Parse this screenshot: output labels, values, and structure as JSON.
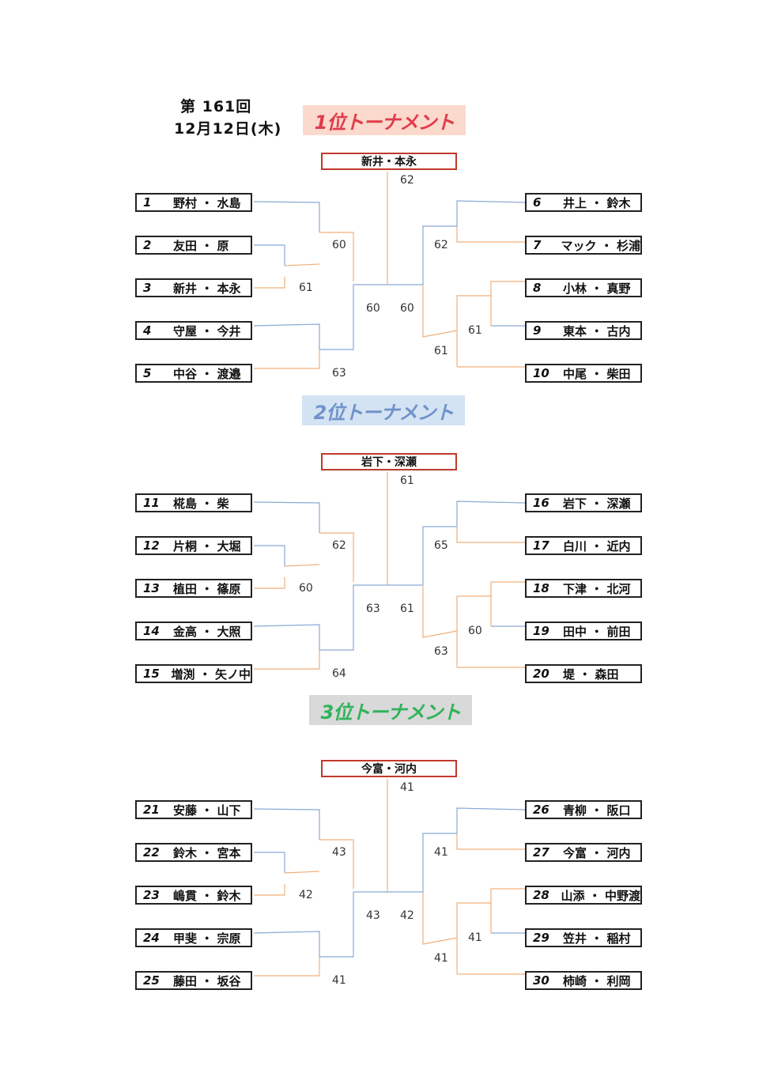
{
  "header": {
    "session": "第 161回",
    "date": "12月12日(木)"
  },
  "colors": {
    "blue_line": "#8aa9d6",
    "orange_line": "#f0b07a",
    "winner_border": "#c0392b"
  },
  "tournaments": [
    {
      "title": "1位トーナメント",
      "winner": "新井・本永",
      "final_score": "62",
      "teams": [
        {
          "num": "1",
          "name": "野村 ・ 水島"
        },
        {
          "num": "2",
          "name": "友田 ・ 原"
        },
        {
          "num": "3",
          "name": "新井 ・ 本永"
        },
        {
          "num": "4",
          "name": "守屋 ・ 今井"
        },
        {
          "num": "5",
          "name": "中谷 ・ 渡邉"
        },
        {
          "num": "6",
          "name": "井上 ・ 鈴木"
        },
        {
          "num": "7",
          "name": "マック ・ 杉浦"
        },
        {
          "num": "8",
          "name": "小林 ・ 真野"
        },
        {
          "num": "9",
          "name": "東本 ・ 古内"
        },
        {
          "num": "10",
          "name": "中尾 ・ 柴田"
        }
      ],
      "scores": {
        "l1": "60",
        "l2": "61",
        "l3": "63",
        "lc": "60",
        "rc": "60",
        "r1": "62",
        "r2": "61",
        "r3": "61"
      }
    },
    {
      "title": "2位トーナメント",
      "winner": "岩下・深瀬",
      "final_score": "61",
      "teams": [
        {
          "num": "11",
          "name": "椛島 ・ 柴"
        },
        {
          "num": "12",
          "name": "片桐 ・ 大堀"
        },
        {
          "num": "13",
          "name": "植田 ・ 篠原"
        },
        {
          "num": "14",
          "name": "金高 ・ 大照"
        },
        {
          "num": "15",
          "name": "増渕 ・ 矢ノ中"
        },
        {
          "num": "16",
          "name": "岩下 ・ 深瀬"
        },
        {
          "num": "17",
          "name": "白川 ・ 近内"
        },
        {
          "num": "18",
          "name": "下津 ・ 北河"
        },
        {
          "num": "19",
          "name": "田中 ・ 前田"
        },
        {
          "num": "20",
          "name": "堤 ・ 森田"
        }
      ],
      "scores": {
        "l1": "62",
        "l2": "60",
        "l3": "64",
        "lc": "63",
        "rc": "61",
        "r1": "65",
        "r2": "60",
        "r3": "63"
      }
    },
    {
      "title": "3位トーナメント",
      "winner": "今富・河内",
      "final_score": "41",
      "teams": [
        {
          "num": "21",
          "name": "安藤 ・ 山下"
        },
        {
          "num": "22",
          "name": "鈴木 ・ 宮本"
        },
        {
          "num": "23",
          "name": "嶋貫 ・ 鈴木"
        },
        {
          "num": "24",
          "name": "甲斐 ・ 宗原"
        },
        {
          "num": "25",
          "name": "藤田 ・ 坂谷"
        },
        {
          "num": "26",
          "name": "青柳 ・ 阪口"
        },
        {
          "num": "27",
          "name": "今富 ・ 河内"
        },
        {
          "num": "28",
          "name": "山添 ・ 中野渡"
        },
        {
          "num": "29",
          "name": "笠井 ・ 稲村"
        },
        {
          "num": "30",
          "name": "柿崎 ・ 利岡"
        }
      ],
      "scores": {
        "l1": "43",
        "l2": "42",
        "l3": "41",
        "lc": "43",
        "rc": "42",
        "r1": "41",
        "r2": "41",
        "r3": "41"
      }
    }
  ]
}
